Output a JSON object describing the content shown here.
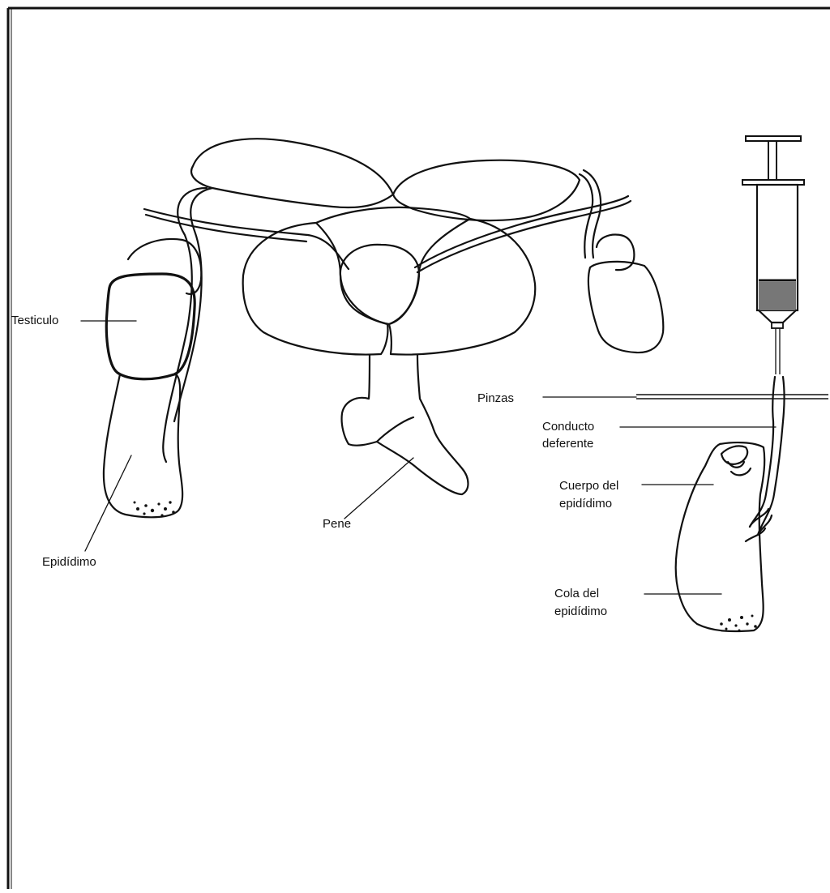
{
  "labels": {
    "testiculo": "Testiculo",
    "epididimo": "Epidídimo",
    "pene": "Pene",
    "pinzas": "Pinzas",
    "conducto_l1": "Conducto",
    "conducto_l2": "deferente",
    "cuerpo_l1": "Cuerpo del",
    "cuerpo_l2": "epidídimo",
    "cola_l1": "Cola del",
    "cola_l2": "epidídimo"
  },
  "colors": {
    "ink": "#111111",
    "background": "#ffffff"
  }
}
